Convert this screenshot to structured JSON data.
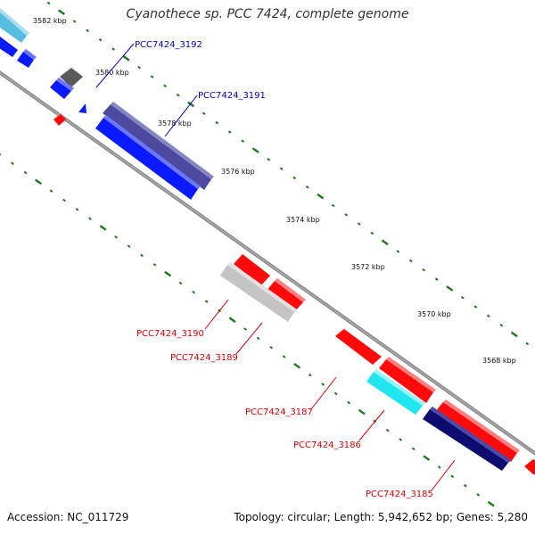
{
  "title": "Cyanothece sp. PCC 7424, complete genome",
  "footer": {
    "accession": "Accession: NC_011729",
    "topology": "Topology: circular; Length: 5,942,652 bp; Genes: 5,280"
  },
  "ticks": [
    "3582 kbp",
    "3580 kbp",
    "3578 kbp",
    "3576 kbp",
    "3574 kbp",
    "3572 kbp",
    "3570 kbp",
    "3568 kbp"
  ],
  "gene_labels": [
    {
      "text": "PCC7424_3192",
      "color": "#0000cc"
    },
    {
      "text": "PCC7424_3191",
      "color": "#0000cc"
    },
    {
      "text": "PCC7424_3190",
      "color": "#dd0000"
    },
    {
      "text": "PCC7424_3189",
      "color": "#dd0000"
    },
    {
      "text": "PCC7424_3187",
      "color": "#dd0000"
    },
    {
      "text": "PCC7424_3186",
      "color": "#dd0000"
    },
    {
      "text": "PCC7424_3185",
      "color": "#dd0000"
    }
  ],
  "colors": {
    "backbone": "#888888",
    "tick": "#1a7a1a",
    "blue": "#0a1aff",
    "slate": "#4b4a9e",
    "red": "#ff0a0a",
    "cyan": "#20e6f0",
    "navy": "#0c0c70",
    "gray": "#5a5a5a",
    "light_gray": "#c4c4c4",
    "sky": "#55bde0"
  }
}
